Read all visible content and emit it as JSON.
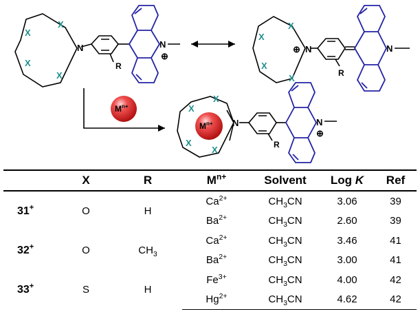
{
  "scheme": {
    "atoms": {
      "x": "X",
      "n": "N",
      "r": "R",
      "plus": "⊕",
      "metal_base": "M",
      "metal_sup": "n+"
    }
  },
  "table": {
    "headers": {
      "x": "X",
      "r": "R",
      "m_base": "M",
      "m_sup": "n+",
      "solvent": "Solvent",
      "logk_prefix": "Log ",
      "logk_var": "K",
      "ref": "Ref"
    },
    "groups": [
      {
        "compound": "31",
        "charge": "+",
        "x": "O",
        "r_base": "H",
        "r_sub": "",
        "rows": [
          {
            "ion": "Ca",
            "ion_charge": "2+",
            "solv_a": "CH",
            "solv_sub": "3",
            "solv_b": "CN",
            "logk": "3.06",
            "ref": "39"
          },
          {
            "ion": "Ba",
            "ion_charge": "2+",
            "solv_a": "CH",
            "solv_sub": "3",
            "solv_b": "CN",
            "logk": "2.60",
            "ref": "39"
          }
        ]
      },
      {
        "compound": "32",
        "charge": "+",
        "x": "O",
        "r_base": "CH",
        "r_sub": "3",
        "rows": [
          {
            "ion": "Ca",
            "ion_charge": "2+",
            "solv_a": "CH",
            "solv_sub": "3",
            "solv_b": "CN",
            "logk": "3.46",
            "ref": "41"
          },
          {
            "ion": "Ba",
            "ion_charge": "2+",
            "solv_a": "CH",
            "solv_sub": "3",
            "solv_b": "CN",
            "logk": "3.00",
            "ref": "41"
          }
        ]
      },
      {
        "compound": "33",
        "charge": "+",
        "x": "S",
        "r_base": "H",
        "r_sub": "",
        "rows": [
          {
            "ion": "Fe",
            "ion_charge": "3+",
            "solv_a": "CH",
            "solv_sub": "3",
            "solv_b": "CN",
            "logk": "4.00",
            "ref": "42"
          },
          {
            "ion": "Hg",
            "ion_charge": "2+",
            "solv_a": "CH",
            "solv_sub": "3",
            "solv_b": "CN",
            "logk": "4.62",
            "ref": "42"
          }
        ]
      }
    ]
  },
  "colors": {
    "acridinium": "#2323a6",
    "heteroatom": "#1f8f8f",
    "metal_sphere": "#d42020"
  }
}
